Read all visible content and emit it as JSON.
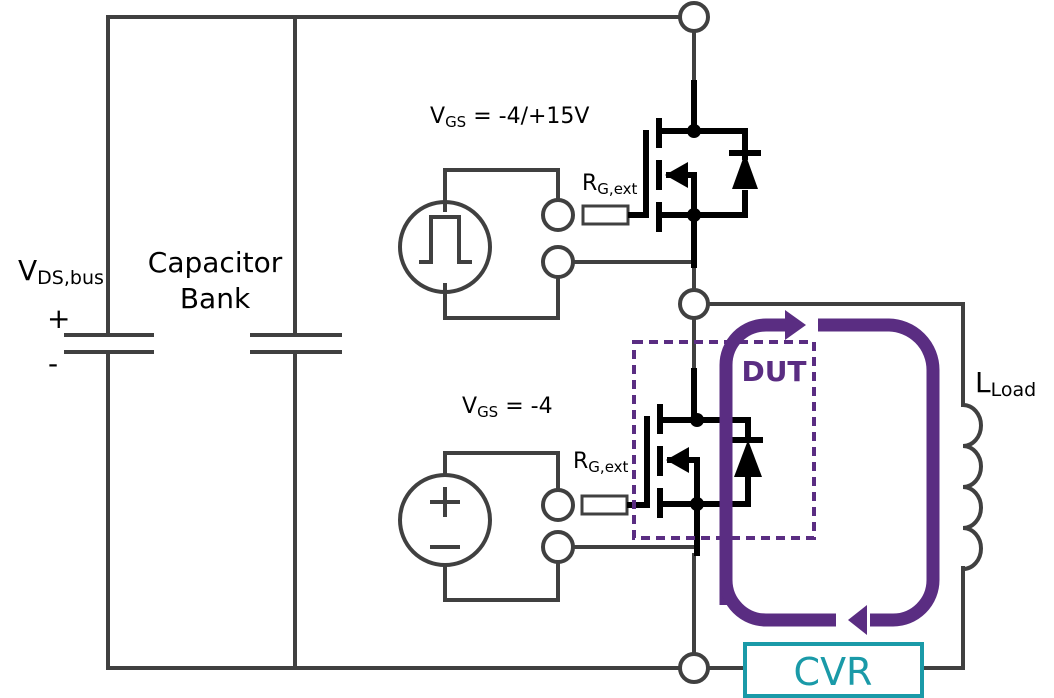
{
  "labels": {
    "bus_voltage_main": "V",
    "bus_voltage_sub": "DS,bus",
    "bus_plus": "+",
    "bus_minus": "-",
    "capacitor_bank_line1": "Capacitor",
    "capacitor_bank_line2": "Bank",
    "high_side_vgs_main": "V",
    "high_side_vgs_sub": "GS",
    "high_side_vgs_value": " = -4/+15V",
    "high_side_rg_main": "R",
    "high_side_rg_sub": "G,ext",
    "low_side_vgs_main": "V",
    "low_side_vgs_sub": "GS",
    "low_side_vgs_value": " = -4",
    "low_side_rg_main": "R",
    "low_side_rg_sub": "G,ext",
    "dut_label": "DUT",
    "load_main": "L",
    "load_sub": "Load",
    "cvr_label": "CVR"
  },
  "colors": {
    "wire": "#404040",
    "device": "#000000",
    "current_path": "#5a2d82",
    "dut_box": "#5a2d82",
    "cvr": "#1a9aa8"
  }
}
